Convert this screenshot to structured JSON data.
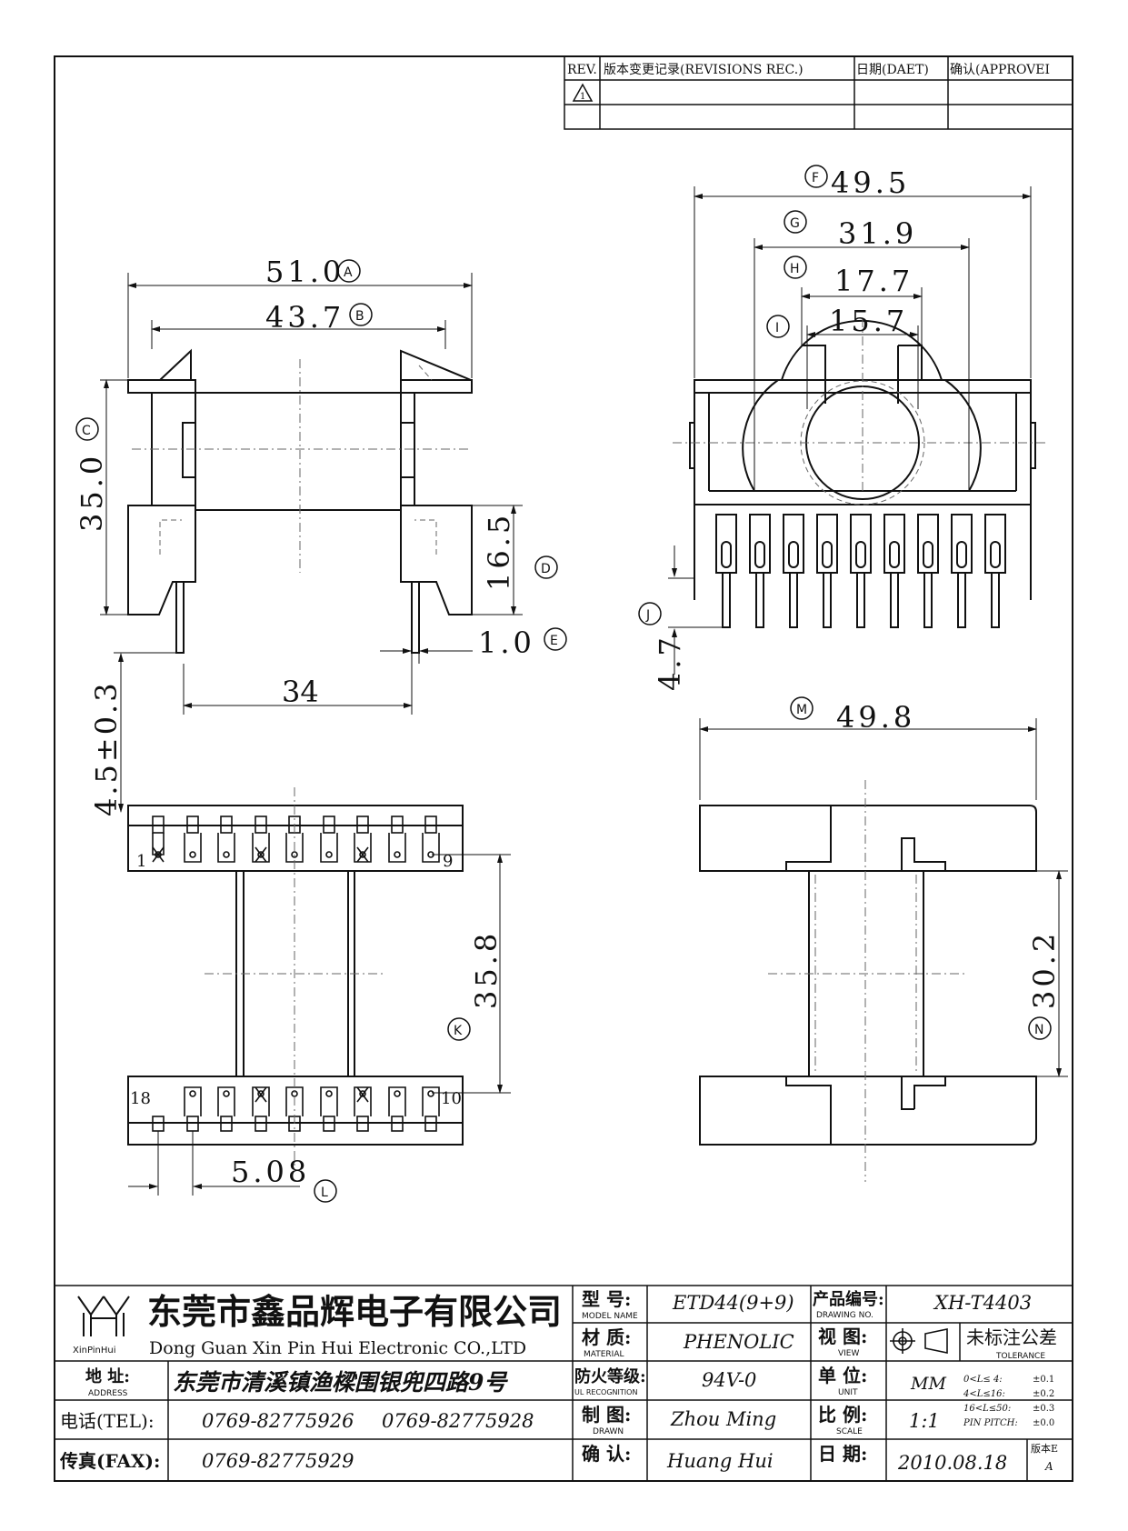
{
  "revision_table": {
    "col_rev": "REV.",
    "col_record": "版本变更记录(REVISIONS REC.)",
    "col_date": "日期(DAET)",
    "col_approve": "确认(APPROVEI",
    "row1_rev": "1"
  },
  "dimensions": {
    "A": {
      "marker": "A",
      "value": "51.0"
    },
    "B": {
      "marker": "B",
      "value": "43.7"
    },
    "C": {
      "marker": "C",
      "value": "35.0"
    },
    "D": {
      "marker": "D",
      "value": "16.5"
    },
    "E": {
      "marker": "E",
      "value": "1.0"
    },
    "pin_span": {
      "value": "34"
    },
    "pin_len": {
      "value": "4.5±0.3"
    },
    "F": {
      "marker": "F",
      "value": "49.5"
    },
    "G": {
      "marker": "G",
      "value": "31.9"
    },
    "H": {
      "marker": "H",
      "value": "17.7"
    },
    "I": {
      "marker": "I",
      "value": "15.7"
    },
    "J": {
      "marker": "J",
      "value": "4.7"
    },
    "K": {
      "marker": "K",
      "value": "35.8"
    },
    "L": {
      "marker": "L",
      "value": "5.08"
    },
    "M": {
      "marker": "M",
      "value": "49.8"
    },
    "N": {
      "marker": "N",
      "value": "30.2"
    }
  },
  "pin_labels": {
    "p1": "1",
    "p9": "9",
    "p18": "18",
    "p10": "10"
  },
  "title_block": {
    "company_cn": "东莞市鑫品辉电子有限公司",
    "company_en": "Dong Guan Xin Pin Hui Electronic CO.,LTD",
    "logo_text": "XinPinHui",
    "address_label": "地  址:",
    "address_label_en": "ADDRESS",
    "address": "东莞市清溪镇渔樑围银兜四路9号",
    "tel_label": "电话(TEL):",
    "tel1": "0769-82775926",
    "tel2": "0769-82775928",
    "fax_label": "传真(FAX):",
    "fax": "0769-82775929",
    "model_label": "型  号:",
    "model_label_en": "MODEL NAME",
    "model": "ETD44(9+9)",
    "material_label": "材  质:",
    "material_label_en": "MATERIAL",
    "material": "PHENOLIC",
    "ul_label": "防火等级:",
    "ul_label_en": "UL RECOGNITION",
    "ul": "94V-0",
    "drawn_label": "制  图:",
    "drawn_label_en": "DRAWN",
    "drawn": "Zhou Ming",
    "check_label": "确  认:",
    "check": "Huang Hui",
    "drawing_no_label": "产品编号:",
    "drawing_no_label_en": "DRAWING NO.",
    "drawing_no": "XH-T4403",
    "view_label": "视  图:",
    "view_label_en": "VIEW",
    "unit_label": "单  位:",
    "unit_label_en": "UNIT",
    "unit": "MM",
    "scale_label": "比  例:",
    "scale_label_en": "SCALE",
    "scale": "1:1",
    "date_label": "日  期:",
    "date": "2010.08.18",
    "tolerance_label": "未标注公差",
    "tolerance_label_en": "TOLERANCE",
    "tol1_range": "0<L≤ 4:",
    "tol1": "±0.1",
    "tol2_range": "4<L≤16:",
    "tol2": "±0.2",
    "tol3_range": "16<L≤50:",
    "tol3": "±0.3",
    "tol4_range": "PIN PITCH:",
    "tol4": "±0.0",
    "version_label": "版本E",
    "version": "A"
  }
}
